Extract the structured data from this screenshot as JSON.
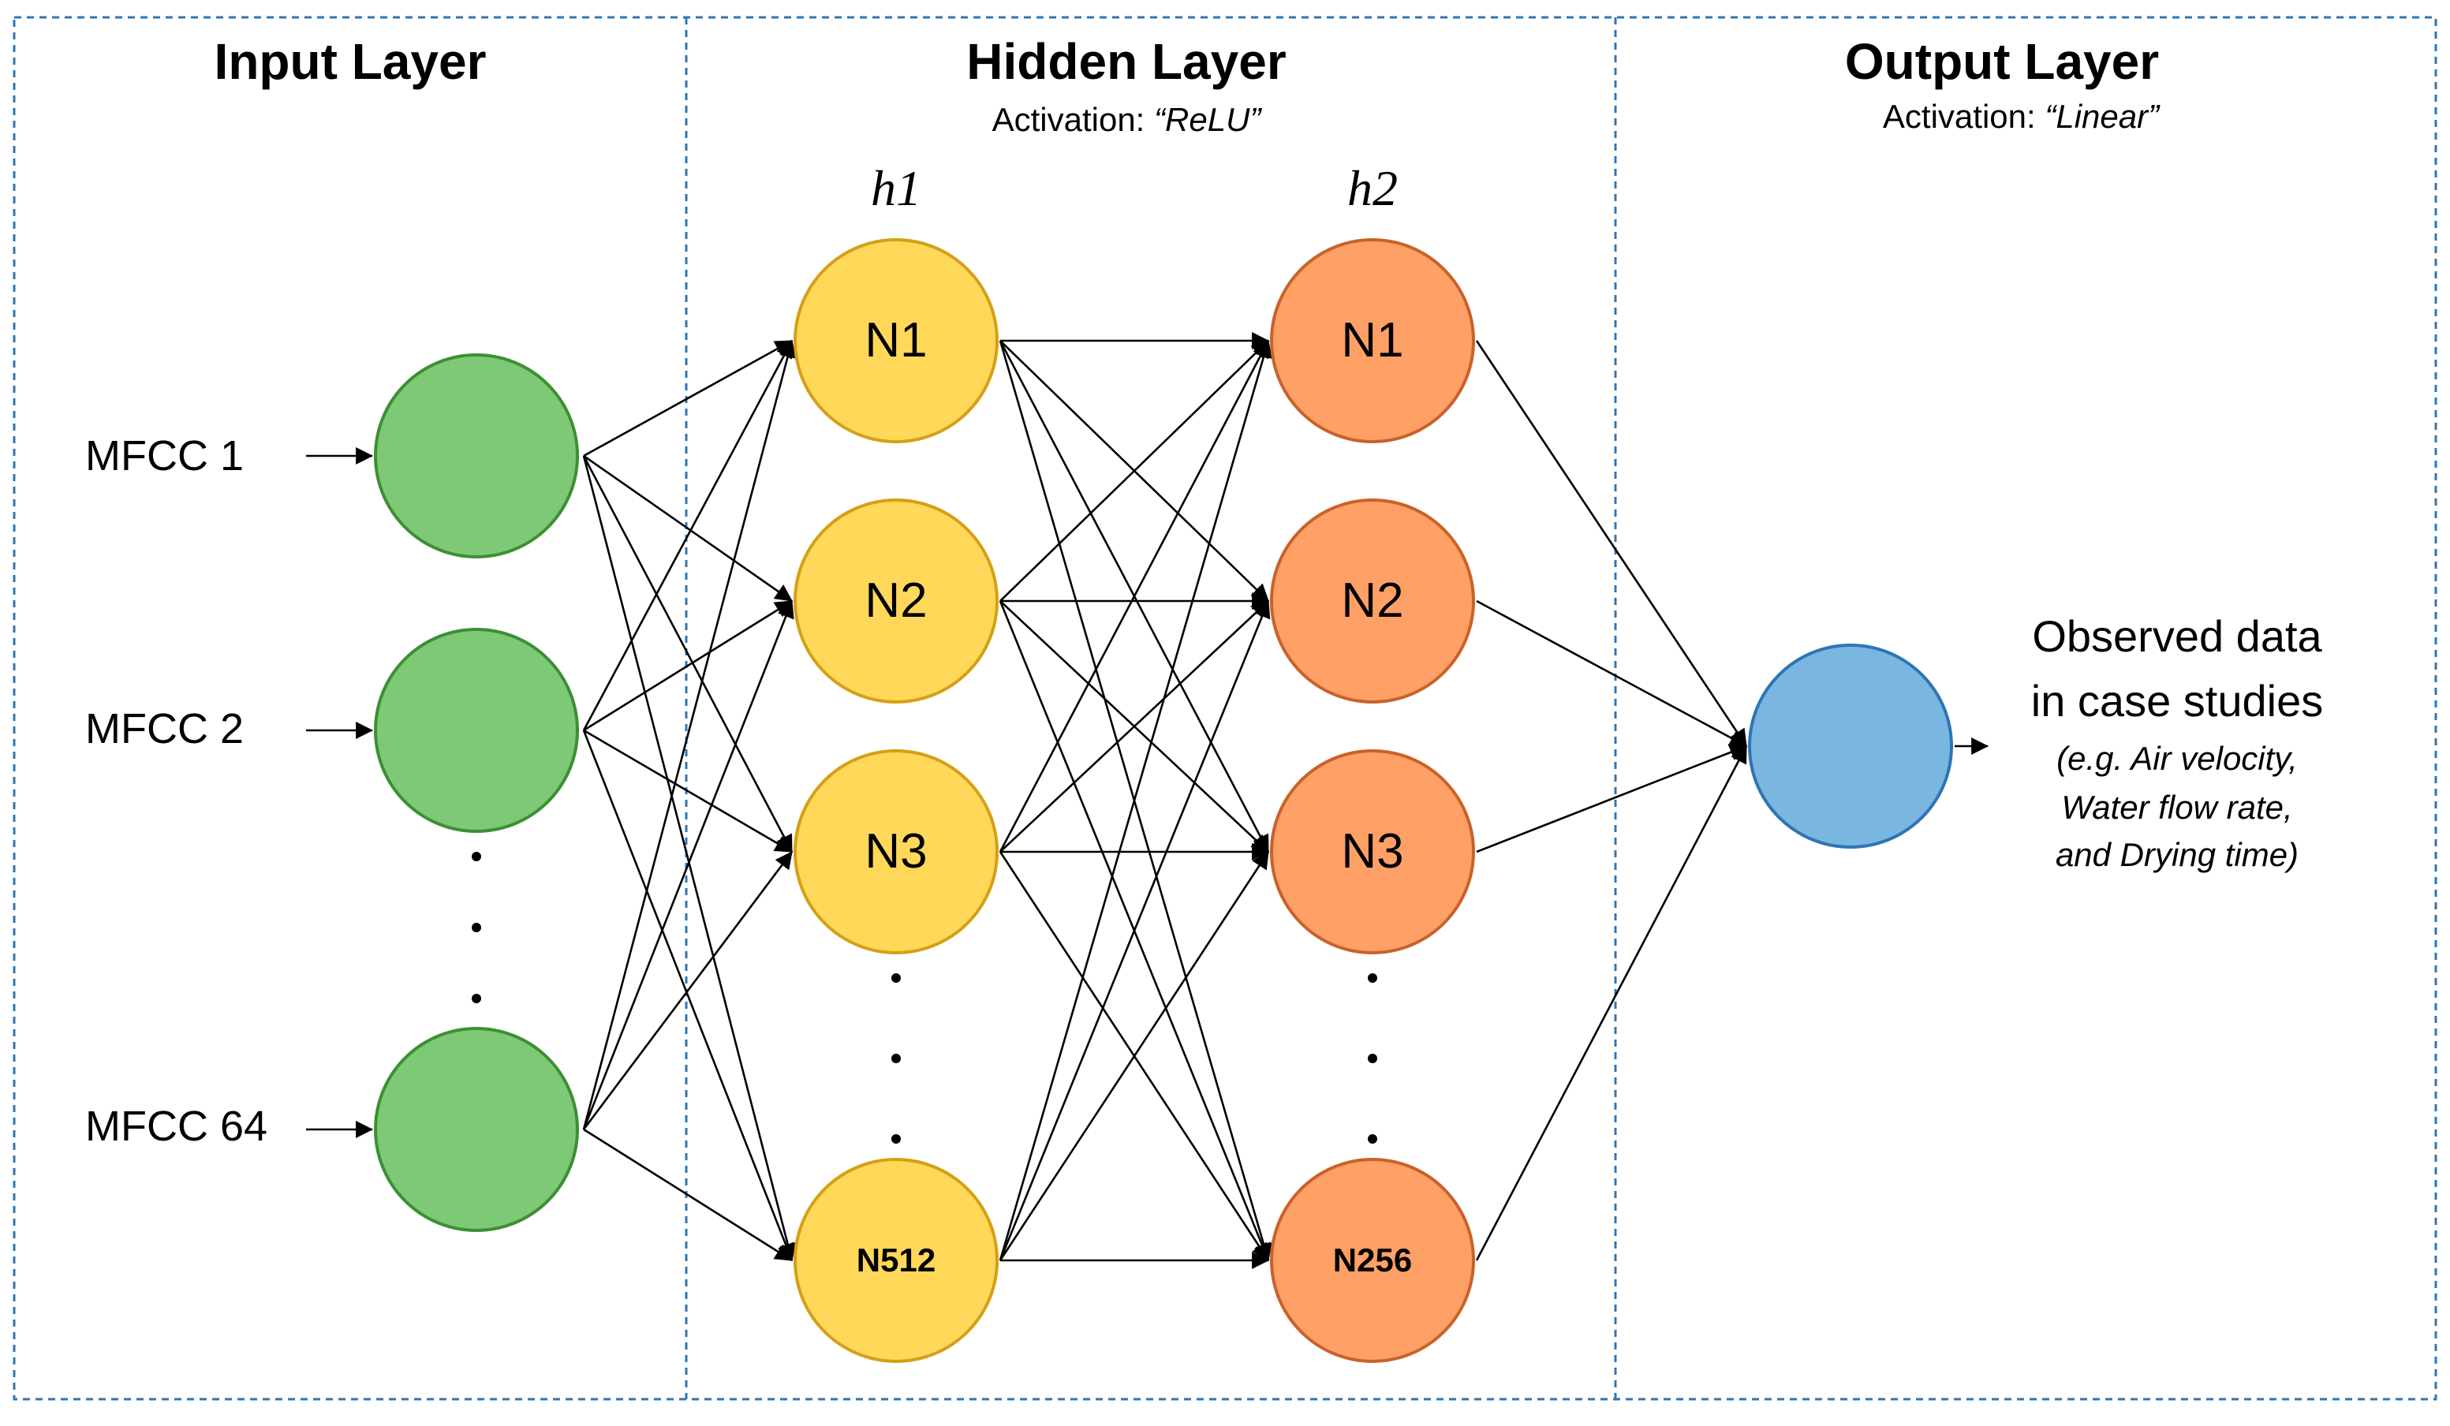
{
  "sections": {
    "input": {
      "title": "Input Layer"
    },
    "hidden": {
      "title": "Hidden Layer",
      "activation_label": "Activation: ",
      "activation_value": "“ReLU”"
    },
    "output": {
      "title": "Output Layer",
      "activation_label": "Activation: ",
      "activation_value": "“Linear”"
    }
  },
  "inputs": [
    {
      "label": "MFCC 1"
    },
    {
      "label": "MFCC 2"
    },
    {
      "label": "MFCC 64"
    }
  ],
  "h1": {
    "header": "h1",
    "neurons": [
      "N1",
      "N2",
      "N3",
      "N512"
    ]
  },
  "h2": {
    "header": "h2",
    "neurons": [
      "N1",
      "N2",
      "N3",
      "N256"
    ]
  },
  "output": {
    "title_line1": "Observed data",
    "title_line2": "in case studies",
    "note_line1": "(e.g. Air velocity,",
    "note_line2": "Water flow rate,",
    "note_line3": "and Drying time)"
  },
  "colors": {
    "input_fill": "#7ec975",
    "input_stroke": "#3d8f35",
    "h1_fill": "#ffd85a",
    "h1_stroke": "#d4a015",
    "h2_fill": "#ffa066",
    "h2_stroke": "#c9622a",
    "output_fill": "#79b6e0",
    "output_stroke": "#2e75b6",
    "divider": "#2e75b6"
  }
}
